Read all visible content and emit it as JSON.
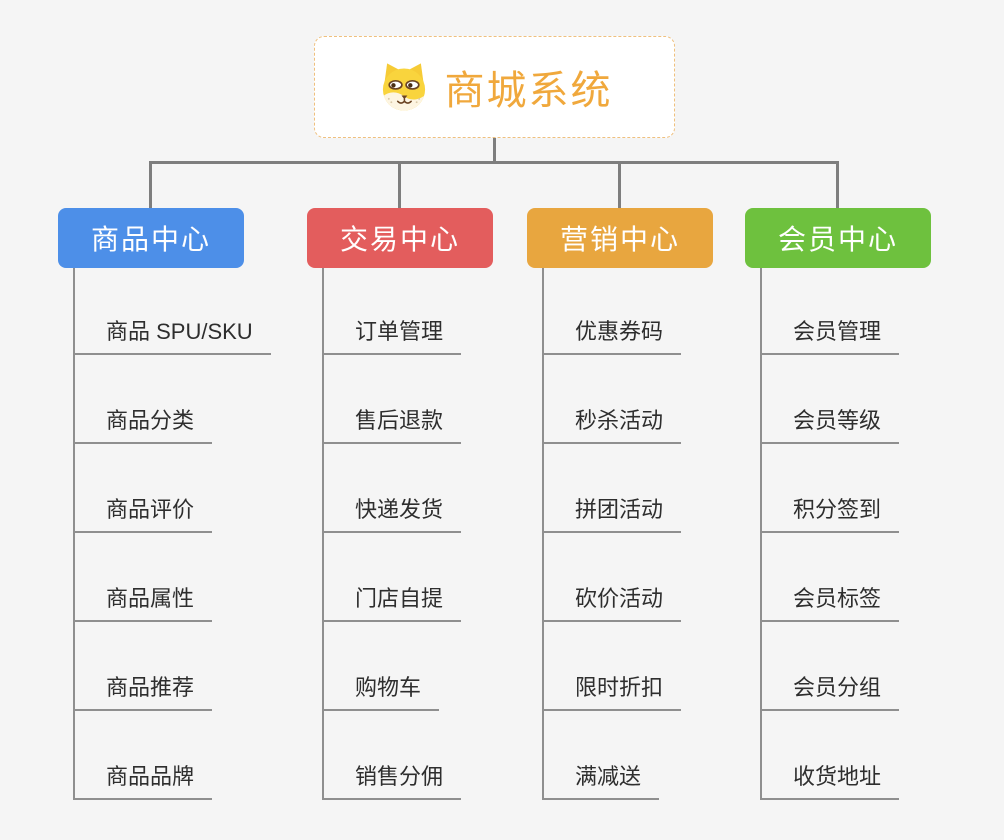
{
  "root": {
    "title": "商城系统",
    "icon": "shiba-dog-icon",
    "title_color": "#f0a83c",
    "border_color": "#efc07e"
  },
  "branches": [
    {
      "label": "商品中心",
      "color": "#4d8fe8",
      "items": [
        "商品 SPU/SKU",
        "商品分类",
        "商品评价",
        "商品属性",
        "商品推荐",
        "商品品牌"
      ]
    },
    {
      "label": "交易中心",
      "color": "#e35d5d",
      "items": [
        "订单管理",
        "售后退款",
        "快递发货",
        "门店自提",
        "购物车",
        "销售分佣"
      ]
    },
    {
      "label": "营销中心",
      "color": "#e8a63f",
      "items": [
        "优惠券码",
        "秒杀活动",
        "拼团活动",
        "砍价活动",
        "限时折扣",
        "满减送"
      ]
    },
    {
      "label": "会员中心",
      "color": "#6ec13e",
      "items": [
        "会员管理",
        "会员等级",
        "积分签到",
        "会员标签",
        "会员分组",
        "收货地址"
      ]
    }
  ],
  "palette": {
    "background": "#f5f5f5",
    "connector": "#7e7e7e",
    "leaf_line": "#8f8f8f",
    "leaf_text": "#2e2e2e",
    "node_text": "#ffffff"
  }
}
